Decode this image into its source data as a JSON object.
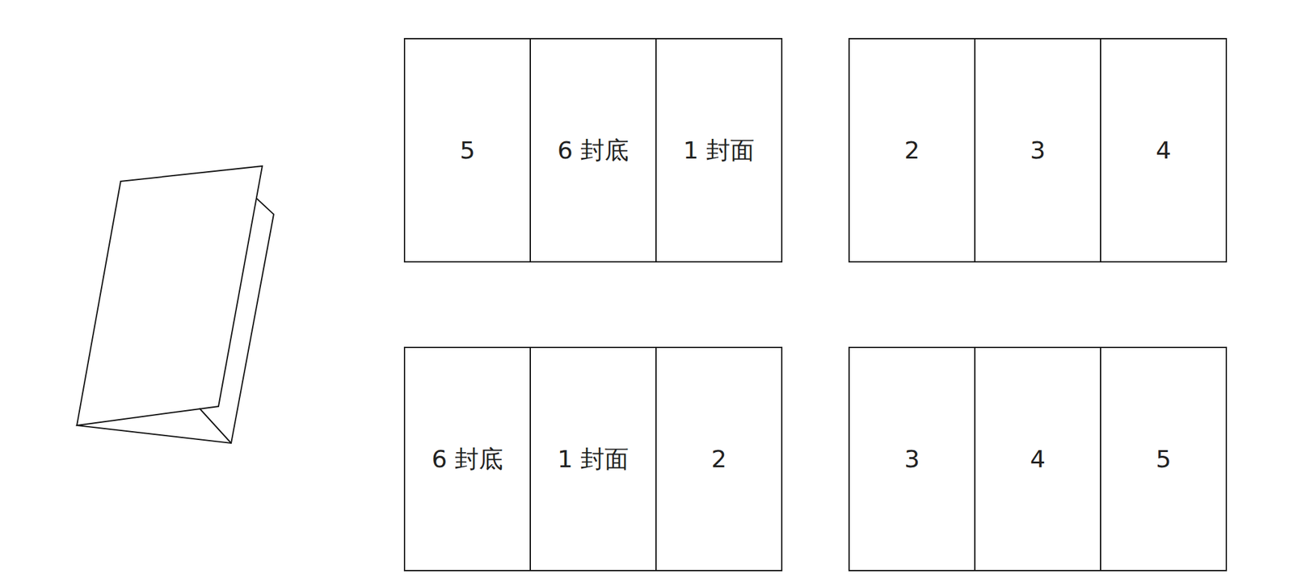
{
  "diagram": {
    "nodes": [
      {
        "text": [
          "5"
        ]
      },
      {
        "text": [
          "6 封底"
        ]
      },
      {
        "text": [
          "1 封面"
        ]
      },
      {
        "text": [
          "2"
        ]
      },
      {
        "text": [
          "3"
        ]
      },
      {
        "text": [
          "4"
        ]
      },
      {
        "text": [
          "6 封底"
        ]
      },
      {
        "text": [
          "1 封面"
        ]
      },
      {
        "text": [
          "2"
        ]
      },
      {
        "text": [
          "3"
        ]
      },
      {
        "text": [
          "4"
        ]
      },
      {
        "text": [
          "5"
        ]
      }
    ]
  }
}
